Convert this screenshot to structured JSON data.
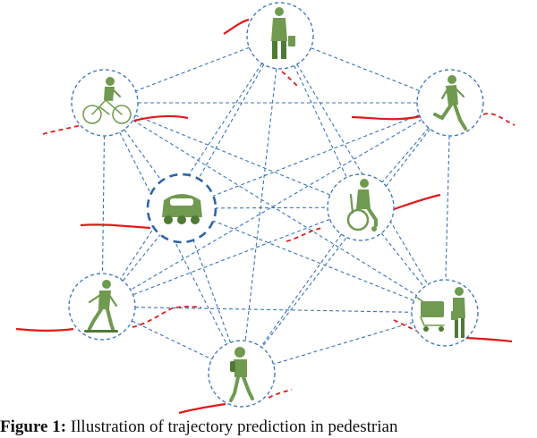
{
  "figure": {
    "caption_label": "Figure 1:",
    "caption_text": "Illustration of trajectory prediction in pedestrian",
    "colors": {
      "edge": "#3a73b8",
      "node_border": "#3a73b8",
      "robot_border": "#2f64a8",
      "trajectory": "#e01a1a",
      "figure_fill": "#6f9a4f"
    },
    "nodes": [
      {
        "id": "standing-person",
        "icon": "standing-person-icon"
      },
      {
        "id": "cyclist",
        "icon": "cyclist-icon"
      },
      {
        "id": "walking-person",
        "icon": "walking-person-icon"
      },
      {
        "id": "robot",
        "icon": "robot-vehicle-icon"
      },
      {
        "id": "wheelchair-user",
        "icon": "wheelchair-user-icon"
      },
      {
        "id": "skateboarder",
        "icon": "skateboarder-icon"
      },
      {
        "id": "shopping-cart-person",
        "icon": "shopping-cart-person-icon"
      },
      {
        "id": "child-walking",
        "icon": "child-walking-icon"
      }
    ]
  }
}
